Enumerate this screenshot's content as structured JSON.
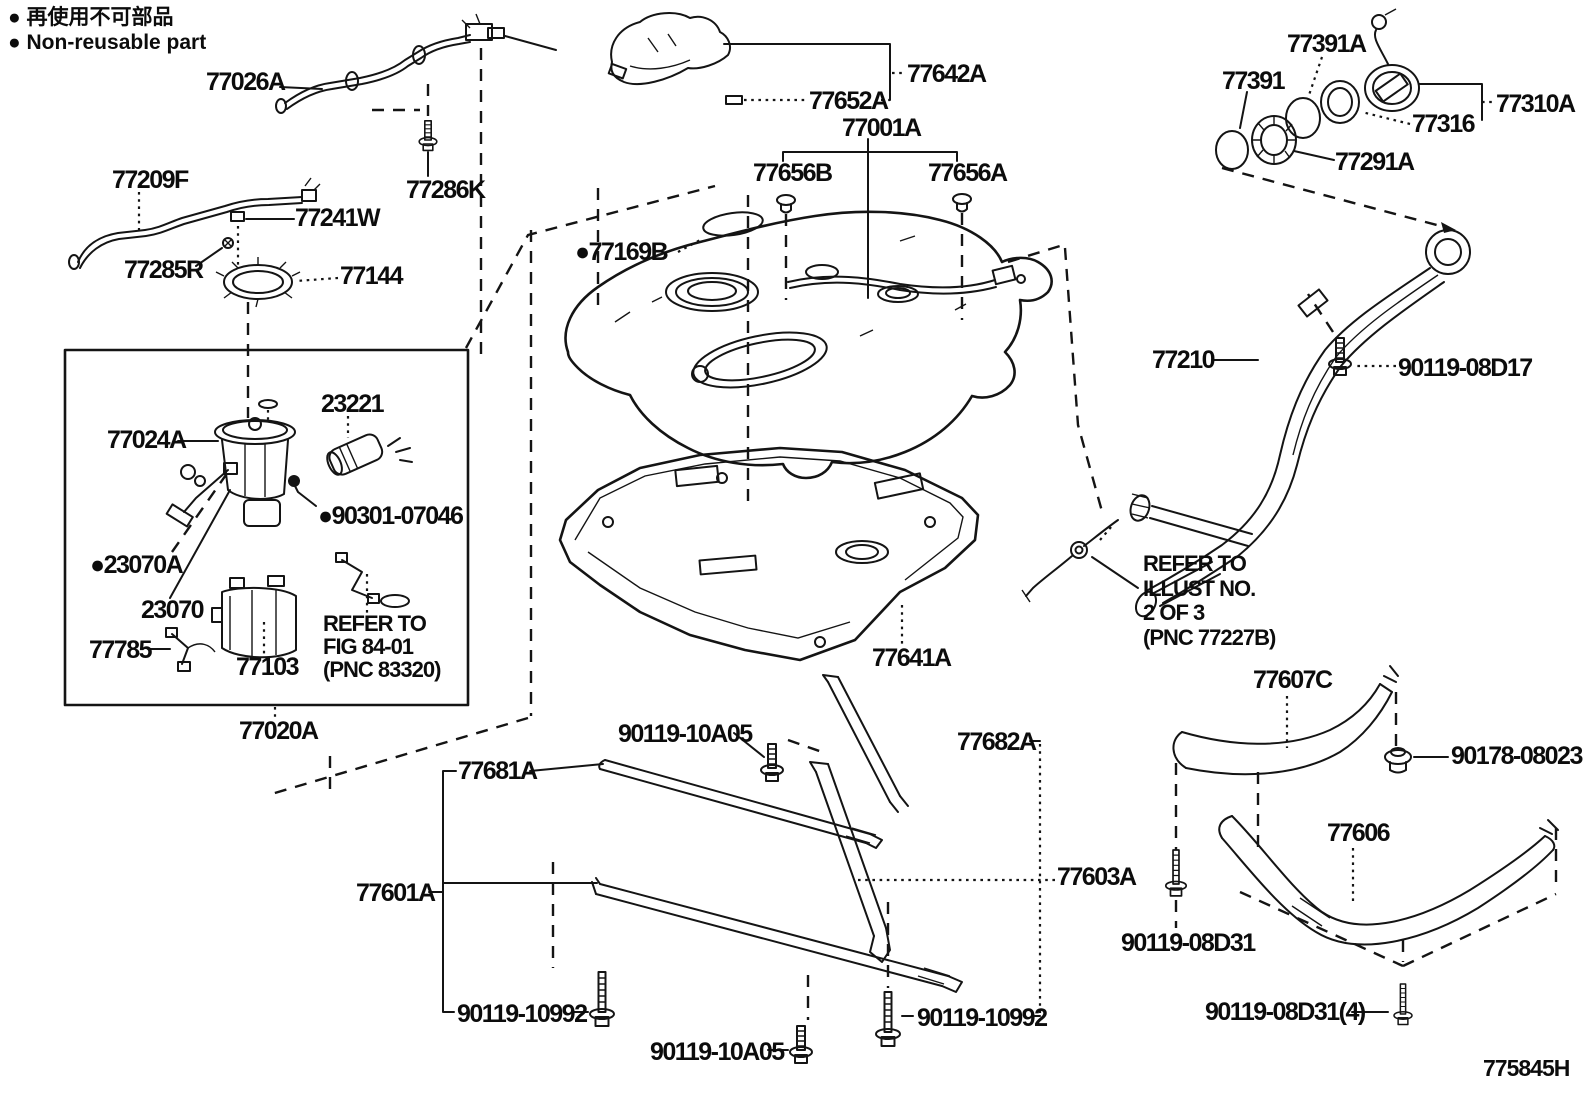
{
  "legend": {
    "jp": "● 再使用不可部品",
    "en": "● Non-reusable part"
  },
  "diagram_code": "775845H",
  "notes": {
    "fig": {
      "line1": "REFER TO",
      "line2": "FIG 84-01",
      "line3": "(PNC 83320)"
    },
    "illust": {
      "line1": "REFER TO",
      "line2": "ILLUST NO.",
      "line3": "2 OF 3",
      "line4": "(PNC 77227B)"
    }
  },
  "labels": [
    {
      "id": "77026A",
      "text": "77026A"
    },
    {
      "id": "77209F",
      "text": "77209F"
    },
    {
      "id": "77286K",
      "text": "77286K"
    },
    {
      "id": "77241W",
      "text": "77241W"
    },
    {
      "id": "77285R",
      "text": "77285R"
    },
    {
      "id": "77144",
      "text": "77144"
    },
    {
      "id": "77024A",
      "text": "77024A"
    },
    {
      "id": "23221",
      "text": "23221"
    },
    {
      "id": "90301-07046",
      "text": "●90301-07046"
    },
    {
      "id": "23070A",
      "text": "●23070A"
    },
    {
      "id": "23070",
      "text": "23070"
    },
    {
      "id": "77785",
      "text": "77785"
    },
    {
      "id": "77103",
      "text": "77103"
    },
    {
      "id": "77020A",
      "text": "77020A"
    },
    {
      "id": "77642A",
      "text": "77642A"
    },
    {
      "id": "77652A",
      "text": "77652A"
    },
    {
      "id": "77001A",
      "text": "77001A"
    },
    {
      "id": "77656B",
      "text": "77656B"
    },
    {
      "id": "77656A",
      "text": "77656A"
    },
    {
      "id": "77169B",
      "text": "●77169B"
    },
    {
      "id": "77391A",
      "text": "77391A"
    },
    {
      "id": "77391",
      "text": "77391"
    },
    {
      "id": "77310A",
      "text": "77310A"
    },
    {
      "id": "77316",
      "text": "77316"
    },
    {
      "id": "77291A",
      "text": "77291A"
    },
    {
      "id": "77210",
      "text": "77210"
    },
    {
      "id": "90119-08D17",
      "text": "90119-08D17"
    },
    {
      "id": "77607C",
      "text": "77607C"
    },
    {
      "id": "90178-08023",
      "text": "90178-08023"
    },
    {
      "id": "77606",
      "text": "77606"
    },
    {
      "id": "90119-08D31",
      "text": "90119-08D31"
    },
    {
      "id": "90119-08D31-4",
      "text": "90119-08D31(4)"
    },
    {
      "id": "77641A",
      "text": "77641A"
    },
    {
      "id": "77682A",
      "text": "77682A"
    },
    {
      "id": "77603A",
      "text": "77603A"
    },
    {
      "id": "77681A",
      "text": "77681A"
    },
    {
      "id": "77601A",
      "text": "77601A"
    },
    {
      "id": "90119-10A05-top",
      "text": "90119-10A05"
    },
    {
      "id": "90119-10992-left",
      "text": "90119-10992"
    },
    {
      "id": "90119-10A05-bot",
      "text": "90119-10A05"
    },
    {
      "id": "90119-10992-right",
      "text": "90119-10992"
    }
  ]
}
